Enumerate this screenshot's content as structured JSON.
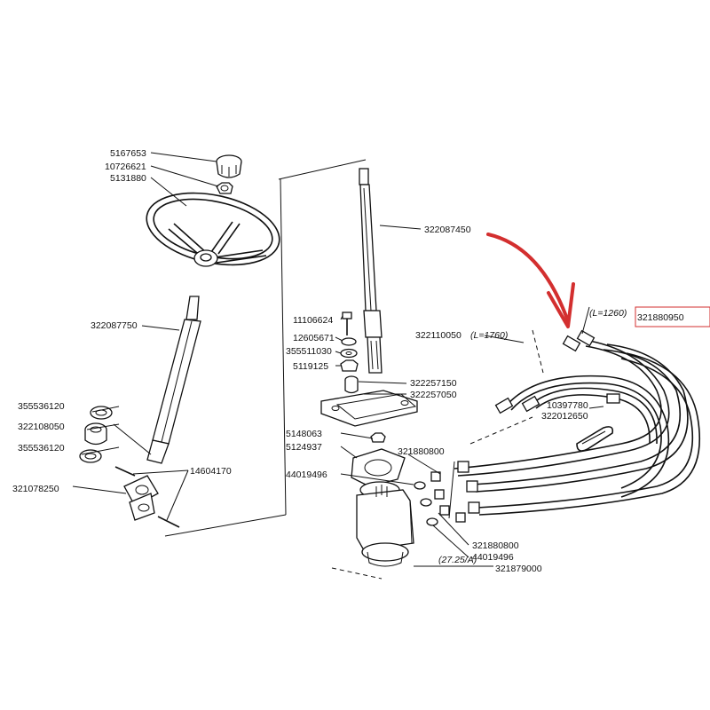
{
  "diagram": {
    "labels": {
      "wheel_nut": "5167653",
      "nut": "10726621",
      "wheel": "5131880",
      "lower_shaft": "322087750",
      "washer_a": "355536120",
      "bushing": "322108050",
      "washer_b": "355536120",
      "joint": "321078250",
      "pin": "14604170",
      "upper_column": "322087450",
      "bolt": "11106624",
      "lock_washer": "12605671",
      "flat_washer": "355511030",
      "nut_b": "5119125",
      "sleeve": "322257150",
      "bracket": "322257050",
      "nut_c": "5148063",
      "gasket": "5124937",
      "union_top": "321880800",
      "seal_left": "44019496",
      "union_bottom": "321880800",
      "seal_bottom": "44019496",
      "pump_code": "(27.25/A)",
      "pump": "321879000",
      "hose_long": "322110050",
      "hose_long_len": "(L=1760)",
      "hose_short_len": "(L=1260)",
      "hose_short": "321880950",
      "clip": "10397780",
      "clamp": "322012650"
    },
    "colors": {
      "linework": "#111111",
      "arrow": "#d32f2f",
      "highlight_box": "#d32f2f"
    }
  }
}
